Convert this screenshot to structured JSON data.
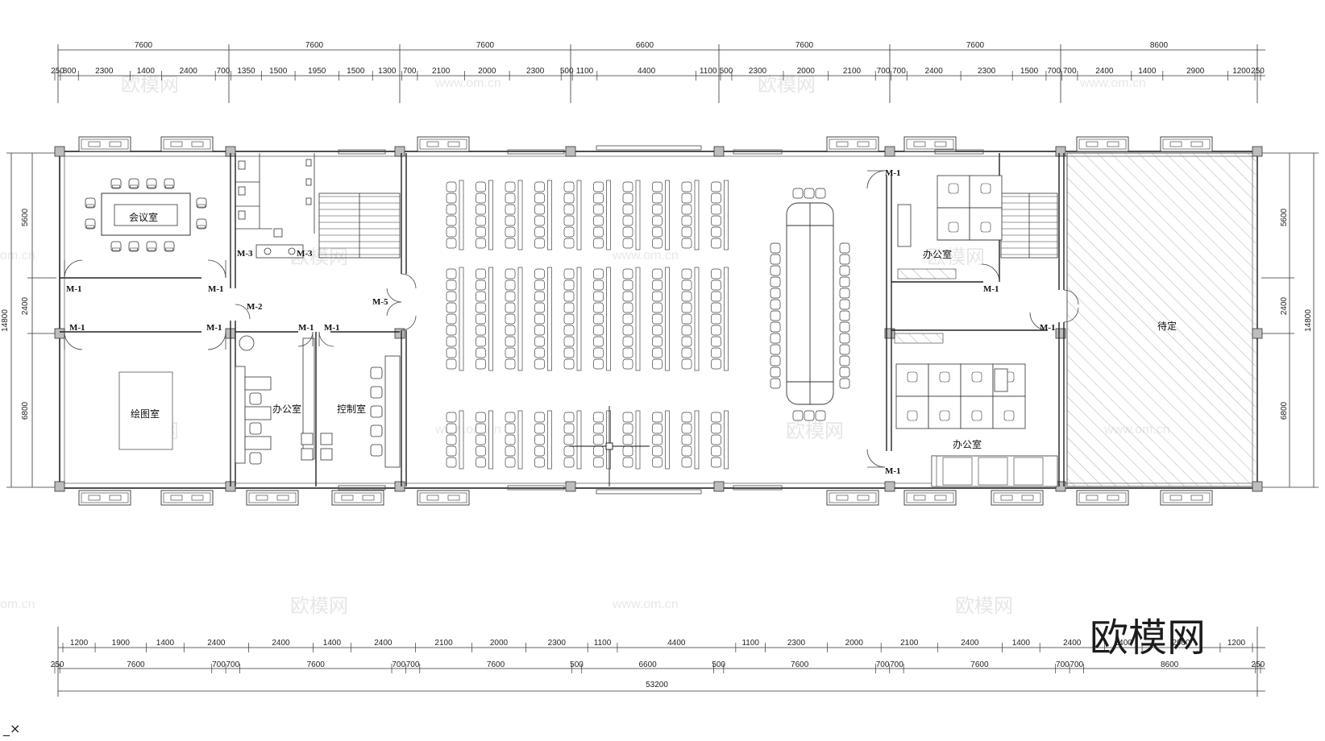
{
  "plan": {
    "top_major_dims": [
      "7600",
      "7600",
      "7600",
      "6600",
      "7600",
      "7600",
      "8600"
    ],
    "top_minor_dims": [
      "250",
      "800",
      "2300",
      "1400",
      "2400",
      "700",
      "1350",
      "1500",
      "1950",
      "1500",
      "1300",
      "700",
      "2100",
      "2000",
      "2300",
      "500",
      "1100",
      "4400",
      "1100",
      "500",
      "2300",
      "2000",
      "2100",
      "700",
      "700",
      "2400",
      "2300",
      "1500",
      "700",
      "700",
      "2400",
      "1400",
      "2900",
      "1200",
      "250"
    ],
    "bottom_minor_dims": [
      "1200",
      "1900",
      "1400",
      "2400",
      "2400",
      "1400",
      "2400",
      "2100",
      "2000",
      "2300",
      "1100",
      "4400",
      "1100",
      "2300",
      "2000",
      "2100",
      "2400",
      "1400",
      "2400",
      "1400",
      "2900",
      "1200"
    ],
    "bottom_major_dims": [
      "250",
      "7600",
      "700",
      "700",
      "7600",
      "700",
      "700",
      "7600",
      "500",
      "6600",
      "500",
      "7600",
      "700",
      "700",
      "7600",
      "700",
      "700",
      "8600",
      "250"
    ],
    "total_dim": "53200",
    "left_dims": [
      "5600",
      "2400",
      "6800"
    ],
    "left_total": "14800",
    "right_dims": [
      "5600",
      "2400",
      "6800"
    ],
    "right_total": "14800",
    "rooms": {
      "meeting": "会议室",
      "drawing": "绘图室",
      "office_a": "办公室",
      "control": "控制室",
      "office_b": "办公室",
      "office_c": "办公室",
      "tbd": "待定"
    },
    "doors": {
      "m1_a": "M-1",
      "m1_b": "M-1",
      "m1_c": "M-1",
      "m1_d": "M-1",
      "m1_e": "M-1",
      "m1_f": "M-1",
      "m1_g": "M-1",
      "m1_h": "M-1",
      "m1_i": "M-1",
      "m1_j": "M-1",
      "m2": "M-2",
      "m3_a": "M-3",
      "m3_b": "M-3",
      "m5": "M-5"
    },
    "watermark_text": "欧模网",
    "watermark_url": "www.om.cn",
    "watermark_url_partial": "om.cn",
    "brand_logo": "欧模网",
    "corner_glyph": "_×"
  }
}
